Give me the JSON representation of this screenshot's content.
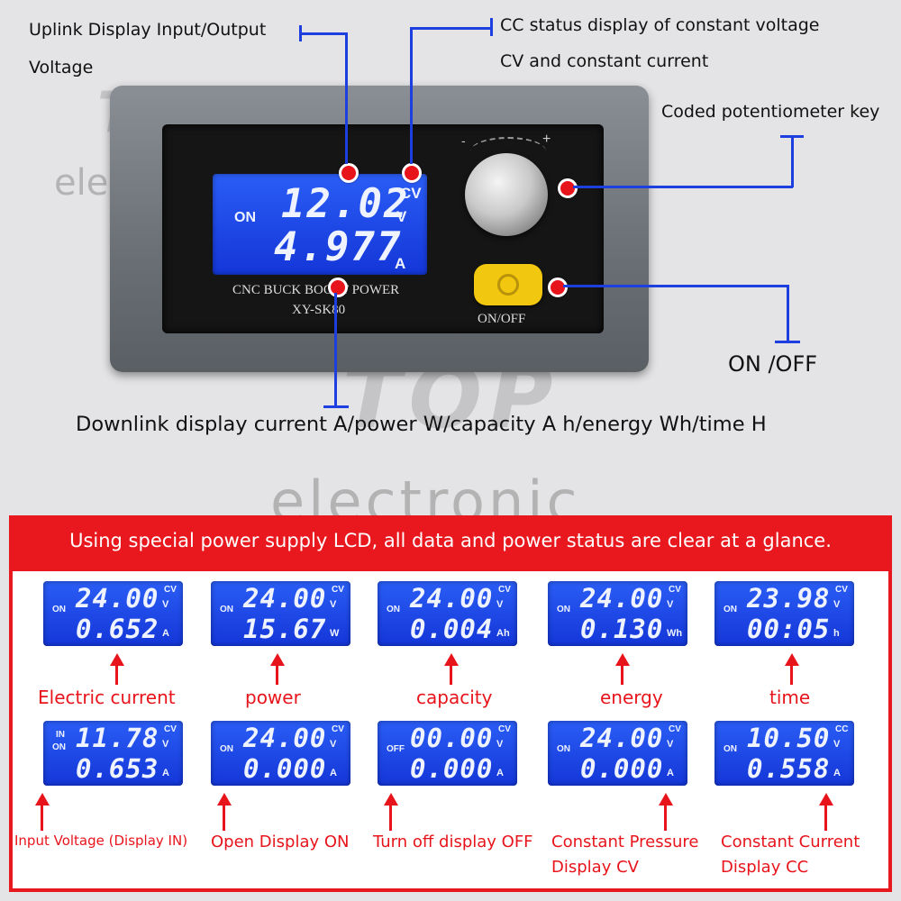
{
  "labels": {
    "uplink_line1": "Uplink Display Input/Output",
    "uplink_line2": "Voltage",
    "cc_line1": "CC status display of constant voltage",
    "cc_line2": "CV and constant current",
    "potentiometer": "Coded potentiometer key",
    "onoff": "ON /OFF",
    "downlink": "Downlink display current A/power W/capacity A h/energy Wh/time H"
  },
  "watermark": {
    "brand": "TOP",
    "sub": "electronic"
  },
  "device": {
    "lcd": {
      "state": "ON",
      "voltage": "12.02",
      "mode": "CV",
      "voltage_unit": "V",
      "current": "4.977",
      "current_unit": "A"
    },
    "model_line1": "CNC BUCK BOOST POWER",
    "model_line2": "XY-SK80",
    "button_label": "ON/OFF",
    "knob_minus": "-",
    "knob_plus": "+"
  },
  "banner": {
    "title": "Using special power supply LCD, all data and power status are clear at a glance."
  },
  "screens": [
    {
      "state": "ON",
      "top": "24.00",
      "mode": "CV",
      "top_unit": "V",
      "bottom": "0.652",
      "bottom_unit": "A",
      "caption": "Electric current",
      "caption2": ""
    },
    {
      "state": "ON",
      "top": "24.00",
      "mode": "CV",
      "top_unit": "V",
      "bottom": "15.67",
      "bottom_unit": "W",
      "caption": "power",
      "caption2": ""
    },
    {
      "state": "ON",
      "top": "24.00",
      "mode": "CV",
      "top_unit": "V",
      "bottom": "0.004",
      "bottom_unit": "Ah",
      "caption": "capacity",
      "caption2": ""
    },
    {
      "state": "ON",
      "top": "24.00",
      "mode": "CV",
      "top_unit": "V",
      "bottom": "0.130",
      "bottom_unit": "Wh",
      "caption": "energy",
      "caption2": ""
    },
    {
      "state": "ON",
      "top": "23.98",
      "mode": "CV",
      "top_unit": "V",
      "bottom": "00:05",
      "bottom_unit": "h",
      "caption": "time",
      "caption2": ""
    },
    {
      "state": "IN",
      "state2": "ON",
      "top": "11.78",
      "mode": "CV",
      "top_unit": "V",
      "bottom": "0.653",
      "bottom_unit": "A",
      "caption": "Input Voltage (Display IN)",
      "caption2": ""
    },
    {
      "state": "ON",
      "top": "24.00",
      "mode": "CV",
      "top_unit": "V",
      "bottom": "0.000",
      "bottom_unit": "A",
      "caption": "Open Display ON",
      "caption2": ""
    },
    {
      "state": "OFF",
      "top": "00.00",
      "mode": "CV",
      "top_unit": "V",
      "bottom": "0.000",
      "bottom_unit": "A",
      "caption": "Turn off display OFF",
      "caption2": ""
    },
    {
      "state": "ON",
      "top": "24.00",
      "mode": "CV",
      "top_unit": "V",
      "bottom": "0.000",
      "bottom_unit": "A",
      "caption": "Constant Pressure",
      "caption2": "Display CV"
    },
    {
      "state": "ON",
      "top": "10.50",
      "mode": "CC",
      "top_unit": "V",
      "bottom": "0.558",
      "bottom_unit": "A",
      "caption": "Constant Current",
      "caption2": "Display CC"
    }
  ],
  "colors": {
    "accent_red": "#e8141b",
    "lcd_blue": "#1f48e8",
    "line_blue": "#1d3fe0"
  }
}
